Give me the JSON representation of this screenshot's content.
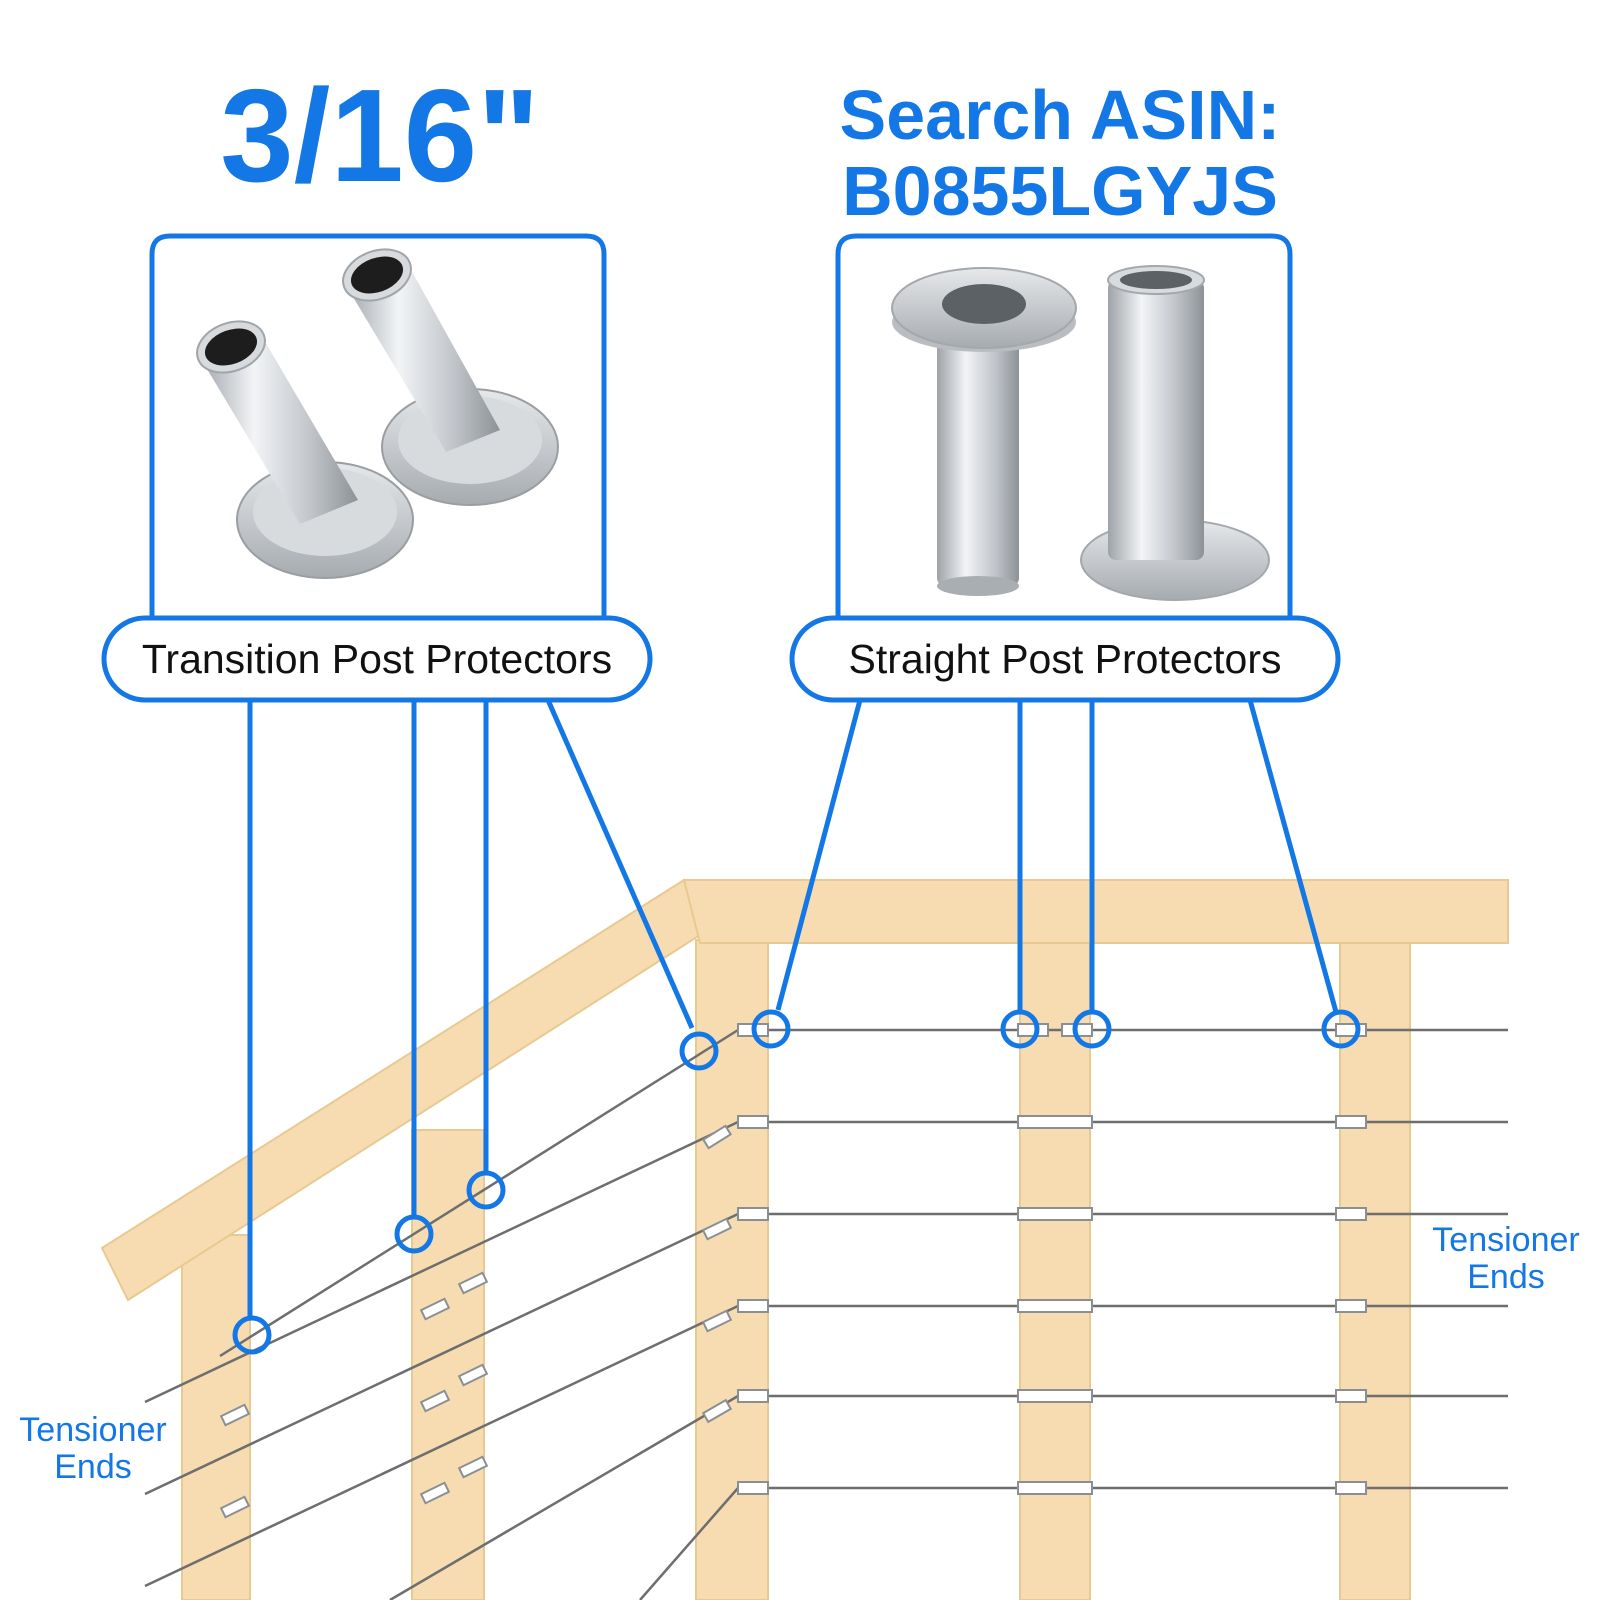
{
  "size_heading": "3/16\"",
  "asin_heading": {
    "line1": "Search ASIN:",
    "line2": "B0855LGYJS"
  },
  "products": [
    {
      "label": "Transition Post Protectors",
      "icon": "transition-post-protector-icon"
    },
    {
      "label": "Straight Post Protectors",
      "icon": "straight-post-protector-icon"
    }
  ],
  "railing_annotations": {
    "left": {
      "line1": "Tensioner",
      "line2": "Ends"
    },
    "right": {
      "line1": "Tensioner",
      "line2": "Ends"
    }
  },
  "colors": {
    "accent_blue": "#1477e6",
    "wood": "#f6dcb0",
    "wood_edge": "#e9c992",
    "cable": "#6e6e6e",
    "steel": "#c9cdd2"
  }
}
